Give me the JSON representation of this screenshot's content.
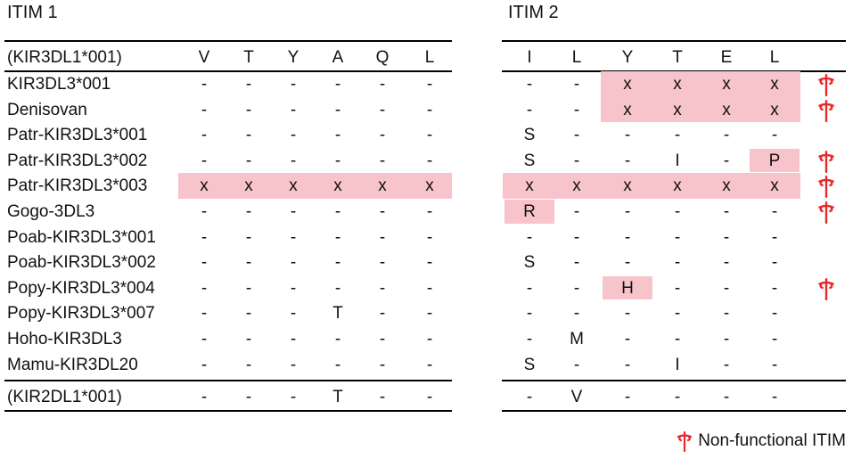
{
  "panels": {
    "itim1_title": "ITIM 1",
    "itim2_title": "ITIM 2"
  },
  "header": {
    "label": "(KIR3DL1*001)",
    "itim1": [
      "V",
      "T",
      "Y",
      "A",
      "Q",
      "L"
    ],
    "itim2": [
      "I",
      "L",
      "Y",
      "T",
      "E",
      "L"
    ]
  },
  "rows": [
    {
      "label": "KIR3DL3*001",
      "itim1": [
        "-",
        "-",
        "-",
        "-",
        "-",
        "-"
      ],
      "itim2": [
        "-",
        "-",
        "x",
        "x",
        "x",
        "x"
      ],
      "nonfunctional": true
    },
    {
      "label": "Denisovan",
      "itim1": [
        "-",
        "-",
        "-",
        "-",
        "-",
        "-"
      ],
      "itim2": [
        "-",
        "-",
        "x",
        "x",
        "x",
        "x"
      ],
      "nonfunctional": true
    },
    {
      "label": "Patr-KIR3DL3*001",
      "itim1": [
        "-",
        "-",
        "-",
        "-",
        "-",
        "-"
      ],
      "itim2": [
        "S",
        "-",
        "-",
        "-",
        "-",
        "-"
      ],
      "nonfunctional": false
    },
    {
      "label": "Patr-KIR3DL3*002",
      "itim1": [
        "-",
        "-",
        "-",
        "-",
        "-",
        "-"
      ],
      "itim2": [
        "S",
        "-",
        "-",
        "I",
        "-",
        "P"
      ],
      "nonfunctional": true
    },
    {
      "label": "Patr-KIR3DL3*003",
      "itim1": [
        "x",
        "x",
        "x",
        "x",
        "x",
        "x"
      ],
      "itim2": [
        "x",
        "x",
        "x",
        "x",
        "x",
        "x"
      ],
      "nonfunctional": true
    },
    {
      "label": "Gogo-3DL3",
      "itim1": [
        "-",
        "-",
        "-",
        "-",
        "-",
        "-"
      ],
      "itim2": [
        "R",
        "-",
        "-",
        "-",
        "-",
        "-"
      ],
      "nonfunctional": true
    },
    {
      "label": "Poab-KIR3DL3*001",
      "itim1": [
        "-",
        "-",
        "-",
        "-",
        "-",
        "-"
      ],
      "itim2": [
        "-",
        "-",
        "-",
        "-",
        "-",
        "-"
      ],
      "nonfunctional": false
    },
    {
      "label": "Poab-KIR3DL3*002",
      "itim1": [
        "-",
        "-",
        "-",
        "-",
        "-",
        "-"
      ],
      "itim2": [
        "S",
        "-",
        "-",
        "-",
        "-",
        "-"
      ],
      "nonfunctional": false
    },
    {
      "label": "Popy-KIR3DL3*004",
      "itim1": [
        "-",
        "-",
        "-",
        "-",
        "-",
        "-"
      ],
      "itim2": [
        "-",
        "-",
        "H",
        "-",
        "-",
        "-"
      ],
      "nonfunctional": true
    },
    {
      "label": "Popy-KIR3DL3*007",
      "itim1": [
        "-",
        "-",
        "-",
        "T",
        "-",
        "-"
      ],
      "itim2": [
        "-",
        "-",
        "-",
        "-",
        "-",
        "-"
      ],
      "nonfunctional": false
    },
    {
      "label": "Hoho-KIR3DL3",
      "itim1": [
        "-",
        "-",
        "-",
        "-",
        "-",
        "-"
      ],
      "itim2": [
        "-",
        "M",
        "-",
        "-",
        "-",
        "-"
      ],
      "nonfunctional": false
    },
    {
      "label": "Mamu-KIR3DL20",
      "itim1": [
        "-",
        "-",
        "-",
        "-",
        "-",
        "-"
      ],
      "itim2": [
        "S",
        "-",
        "-",
        "I",
        "-",
        "-"
      ],
      "nonfunctional": false
    }
  ],
  "footer_row": {
    "label": "(KIR2DL1*001)",
    "itim1": [
      "-",
      "-",
      "-",
      "T",
      "-",
      "-"
    ],
    "itim2": [
      "-",
      "V",
      "-",
      "-",
      "-",
      "-"
    ]
  },
  "legend": {
    "text": "Non-functional ITIM",
    "icon": "dagger-icon"
  },
  "colors": {
    "highlight": "#f7c4cb",
    "dagger": "#e8282a",
    "rule": "#000000"
  }
}
